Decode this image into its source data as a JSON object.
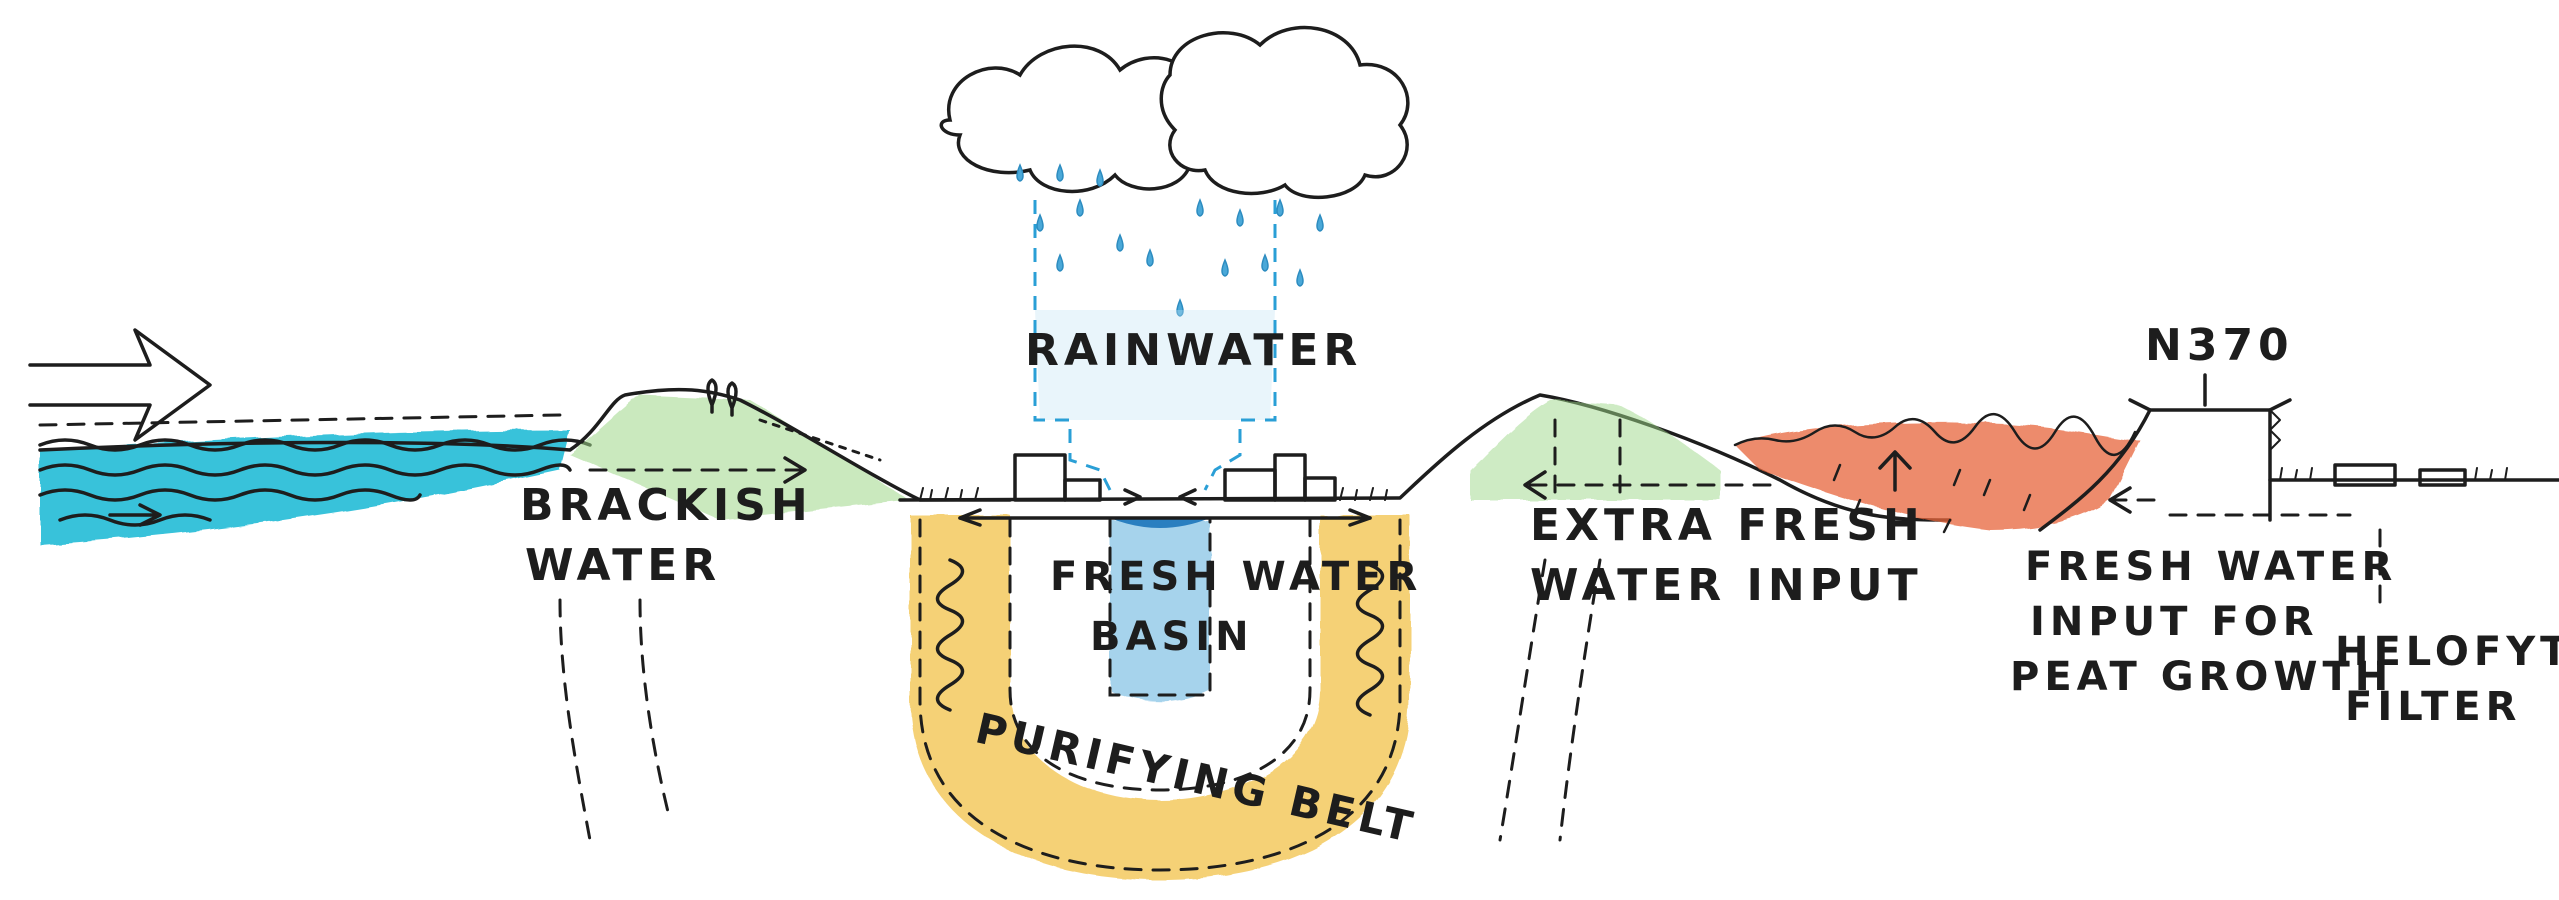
{
  "labels": {
    "rainwater": "RAINWATER",
    "brackish_line1": "BRACKISH",
    "brackish_line2": "WATER",
    "fresh_basin_line1": "FRESH WATER",
    "fresh_basin_line2": "BASIN",
    "purifying_belt": "PURIFYING BELT",
    "extra_fresh_line1": "EXTRA FRESH",
    "extra_fresh_line2": "WATER INPUT",
    "road": "N370",
    "peat_line1": "FRESH WATER",
    "peat_line2": "INPUT FOR",
    "peat_line3": "PEAT GROWTH",
    "helofyte_line1": "HELOFYTE",
    "helofyte_line2": "FILTER"
  },
  "colors": {
    "sea": "#17b8d4",
    "dike_grass": "#9fd88a",
    "fresh_water": "#6cb7e0",
    "purifying_belt": "#f2c24a",
    "peat": "#e8653a",
    "ink": "#1d1d1d"
  },
  "icons": [
    "flow-arrow-icon",
    "cloud-icon",
    "raindrop-icon",
    "tree-icon",
    "building-icon",
    "wave-coil-icon"
  ]
}
